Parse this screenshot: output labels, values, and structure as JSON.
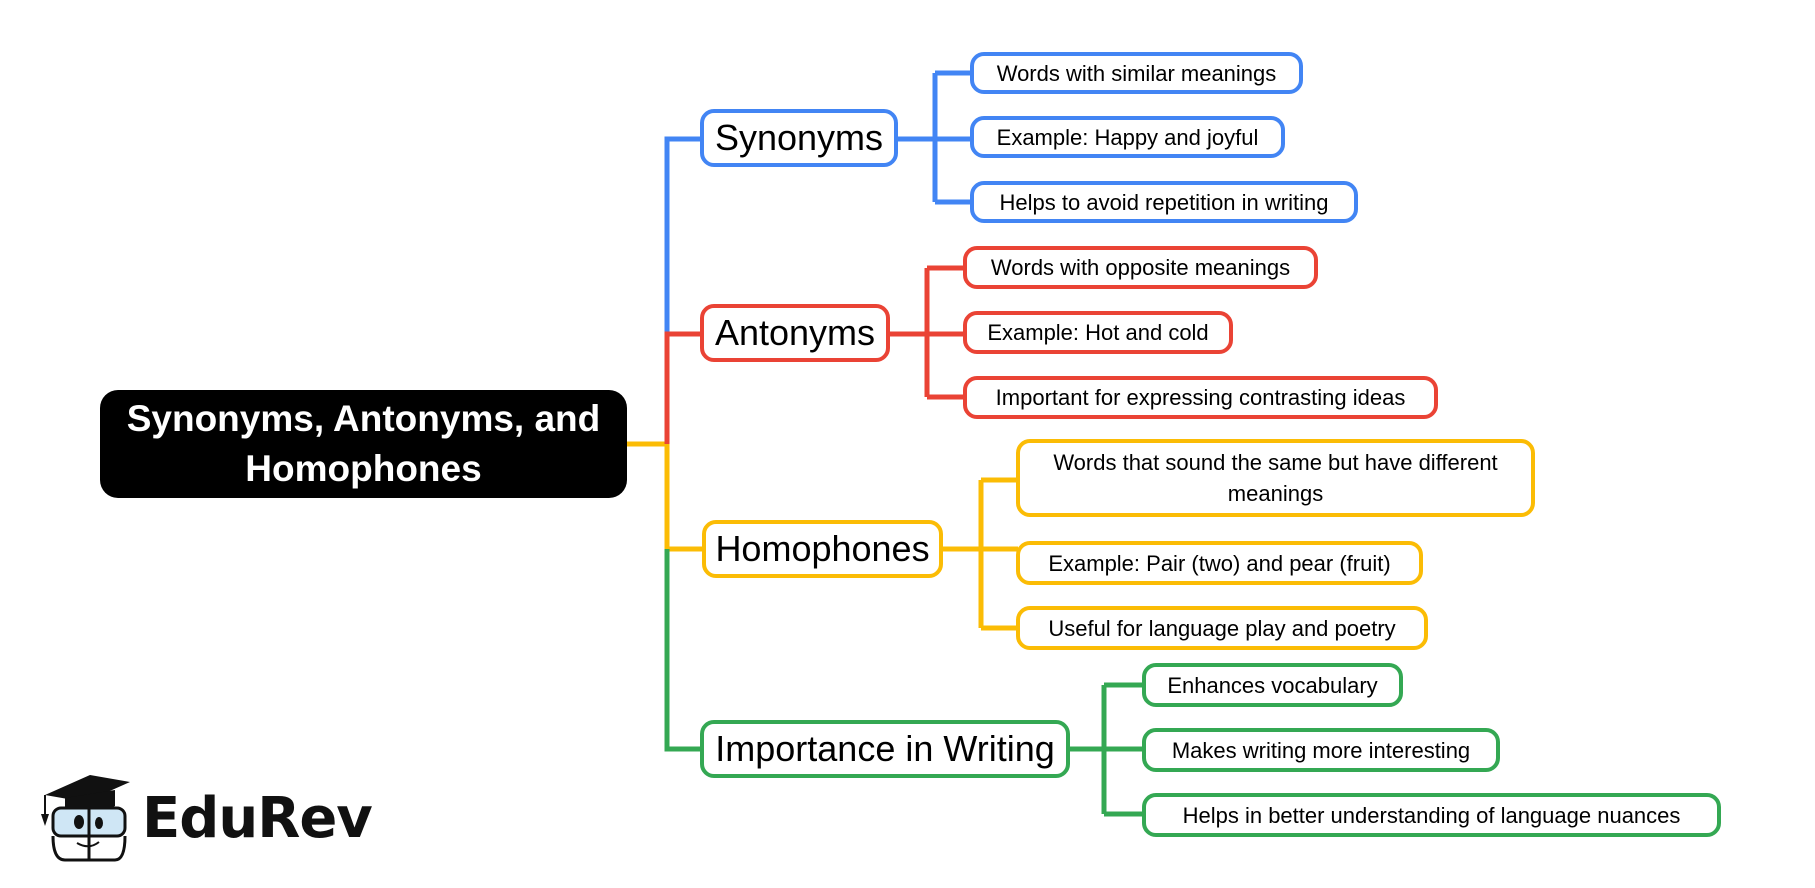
{
  "root": {
    "label_line1": "Synonyms, Antonyms, and",
    "label_line2": "Homophones"
  },
  "colors": {
    "synonyms": "#4285F4",
    "antonyms": "#EA4335",
    "homophones": "#FBBC05",
    "importance": "#34A853",
    "root_bg": "#000000"
  },
  "branches": [
    {
      "label": "Synonyms",
      "color_key": "synonyms",
      "children": [
        "Words with similar meanings",
        "Example: Happy and joyful",
        "Helps to avoid repetition in writing"
      ]
    },
    {
      "label": "Antonyms",
      "color_key": "antonyms",
      "children": [
        "Words with opposite meanings",
        "Example: Hot and cold",
        "Important for expressing contrasting ideas"
      ]
    },
    {
      "label": "Homophones",
      "color_key": "homophones",
      "children": [
        "Words that sound the same but have different meanings",
        "Example: Pair (two) and pear (fruit)",
        "Useful for language play and poetry"
      ]
    },
    {
      "label": "Importance in Writing",
      "color_key": "importance",
      "children": [
        "Enhances vocabulary",
        "Makes writing more interesting",
        "Helps in better understanding of language nuances"
      ]
    }
  ],
  "logo": {
    "text": "EduRev",
    "icon": "graduate-mascot-icon"
  }
}
